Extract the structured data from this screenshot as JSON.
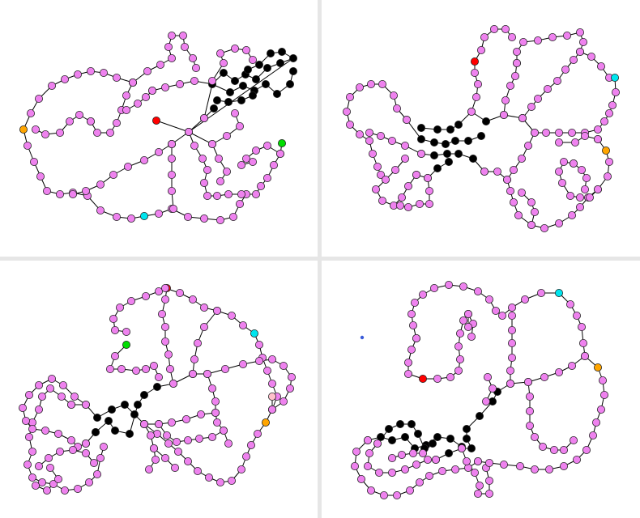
{
  "colors": {
    "background": "#ffffff",
    "divider": "#e6e6e6",
    "edge": "#000000",
    "node_regular": "#ee82ee",
    "node_core": "#000000",
    "marker_red": "#ff0000",
    "marker_green": "#00dd00",
    "marker_cyan": "#00e5ee",
    "marker_orange": "#ffa500",
    "marker_pink": "#ffc0cb",
    "stray_dot": "#3a5bd9"
  },
  "panels": [
    {
      "id": "top-left"
    },
    {
      "id": "top-right"
    },
    {
      "id": "bottom-left"
    },
    {
      "id": "bottom-right"
    }
  ]
}
